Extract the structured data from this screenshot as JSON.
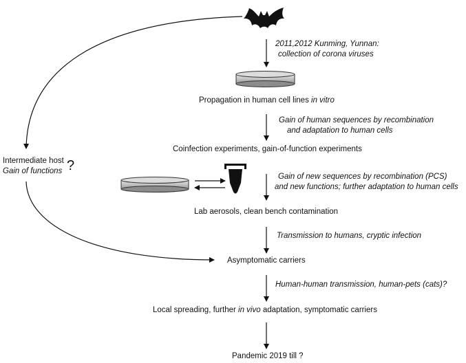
{
  "steps": {
    "s1_collection_line1": "2011,2012 Kunming, Yunnan:",
    "s1_collection_line2": "collection of corona viruses",
    "s2_propagation_prefix": "Propagation in human cell lines ",
    "s2_propagation_italic": "in vitro",
    "s3_gain_line1": "Gain of human sequences by recombination",
    "s3_gain_line2": "and adaptation to human cells",
    "s4_coinfection": "Coinfection experiments, gain-of-function experiments",
    "s5_newseq_line1": "Gain of new sequences by recombination (PCS)",
    "s5_newseq_line2": "and new functions; further adaptation to human cells",
    "s6_lab": "Lab aerosols, clean bench contamination",
    "s7_transmission": "Transmission to humans, cryptic infection",
    "s8_asymptomatic": "Asymptomatic carriers",
    "s9_h2h": "Human-human transmission, human-pets (cats)?",
    "s10_local_prefix": "Local spreading, further ",
    "s10_local_italic": "in vivo",
    "s10_local_suffix": " adaptation, symptomatic carriers",
    "s11_pandemic": "Pandemic 2019 till ?"
  },
  "side": {
    "intermediate_host": "Intermediate host",
    "gain_of_functions": "Gain of functions",
    "question_mark": "?"
  },
  "icons": {
    "bat": "bat-icon",
    "petri_dish": "petri-dish-icon",
    "tube": "centrifuge-tube-icon"
  }
}
